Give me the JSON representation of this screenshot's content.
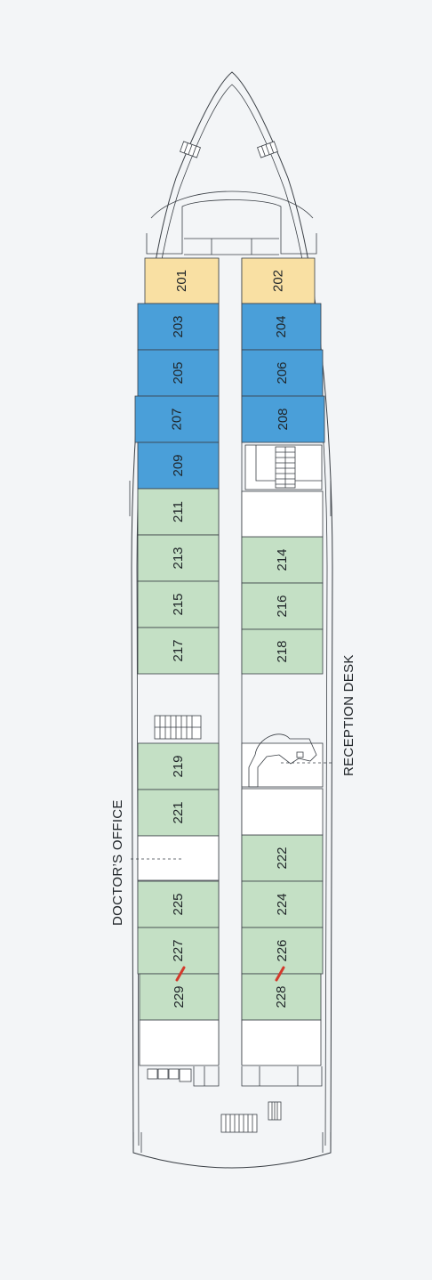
{
  "colors": {
    "suite": "#f9e0a3",
    "deluxe": "#4a9fd9",
    "standard": "#c4e0c5",
    "accessible_marker": "#d33a2c",
    "background": "#f3f5f7"
  },
  "cabins": [
    {
      "number": "201",
      "category": "suite"
    },
    {
      "number": "202",
      "category": "suite"
    },
    {
      "number": "203",
      "category": "deluxe"
    },
    {
      "number": "204",
      "category": "deluxe"
    },
    {
      "number": "205",
      "category": "deluxe"
    },
    {
      "number": "206",
      "category": "deluxe"
    },
    {
      "number": "207",
      "category": "deluxe"
    },
    {
      "number": "208",
      "category": "deluxe"
    },
    {
      "number": "209",
      "category": "deluxe"
    },
    {
      "number": "211",
      "category": "standard"
    },
    {
      "number": "213",
      "category": "standard"
    },
    {
      "number": "214",
      "category": "standard"
    },
    {
      "number": "215",
      "category": "standard"
    },
    {
      "number": "216",
      "category": "standard"
    },
    {
      "number": "217",
      "category": "standard"
    },
    {
      "number": "218",
      "category": "standard"
    },
    {
      "number": "219",
      "category": "standard"
    },
    {
      "number": "221",
      "category": "standard"
    },
    {
      "number": "222",
      "category": "standard"
    },
    {
      "number": "224",
      "category": "standard"
    },
    {
      "number": "225",
      "category": "standard"
    },
    {
      "number": "226",
      "category": "standard"
    },
    {
      "number": "227",
      "category": "standard"
    },
    {
      "number": "228",
      "category": "standard"
    },
    {
      "number": "229",
      "category": "standard"
    }
  ],
  "labels": {
    "reception_desk": "RECEPTION DESK",
    "doctors_office": "DOCTOR’S OFFICE"
  }
}
